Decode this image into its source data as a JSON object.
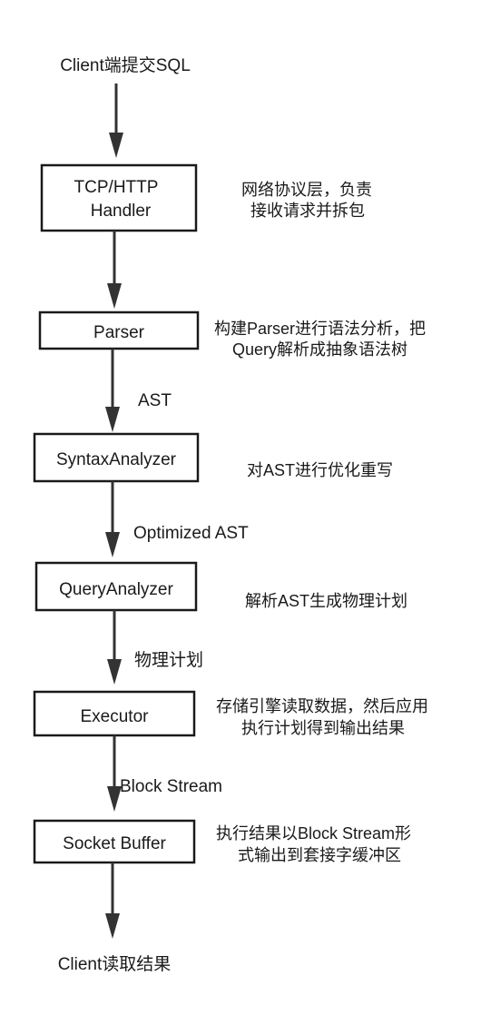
{
  "start_label": "Client端提交SQL",
  "end_label": "Client读取结果",
  "nodes": [
    {
      "id": "tcp-http-handler",
      "lines": [
        "TCP/HTTP",
        "Handler"
      ],
      "note": [
        "网络协议层，负责",
        "接收请求并拆包"
      ]
    },
    {
      "id": "parser",
      "lines": [
        "Parser"
      ],
      "note": [
        "构建Parser进行语法分析，把",
        "Query解析成抽象语法树"
      ]
    },
    {
      "id": "syntax-analyzer",
      "lines": [
        "SyntaxAnalyzer"
      ],
      "note": [
        "对AST进行优化重写"
      ]
    },
    {
      "id": "query-analyzer",
      "lines": [
        "QueryAnalyzer"
      ],
      "note": [
        "解析AST生成物理计划"
      ]
    },
    {
      "id": "executor",
      "lines": [
        "Executor"
      ],
      "note": [
        "存储引擎读取数据，然后应用",
        "执行计划得到输出结果"
      ]
    },
    {
      "id": "socket-buffer",
      "lines": [
        "Socket Buffer"
      ],
      "note": [
        "执行结果以Block Stream形",
        "式输出到套接字缓冲区"
      ]
    }
  ],
  "edge_labels": [
    "AST",
    "Optimized AST",
    "物理计划",
    "Block Stream"
  ]
}
